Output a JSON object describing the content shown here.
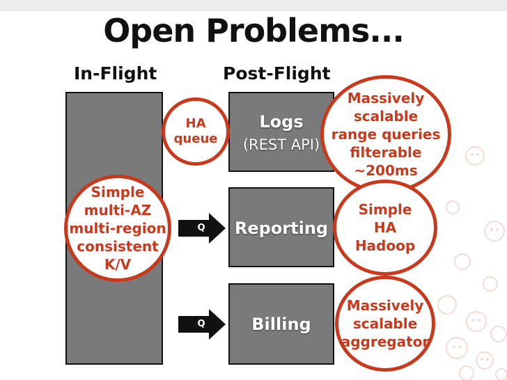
{
  "slide": {
    "title": "Open Problems...",
    "columns": {
      "in_flight": "In-Flight",
      "post_flight": "Post-Flight"
    },
    "boxes": {
      "logs": {
        "label": "Logs",
        "sublabel": "(REST API)"
      },
      "reporting": {
        "label": "Reporting"
      },
      "billing": {
        "label": "Billing"
      }
    },
    "queues": {
      "reporting_q": "Q",
      "billing_q": "Q"
    },
    "callouts": {
      "ha_queue": [
        "HA",
        "queue"
      ],
      "kv_store": [
        "Simple",
        "multi-AZ",
        "multi-region",
        "consistent",
        "K/V"
      ],
      "logs_store": [
        "Massively",
        "scalable",
        "range queries",
        "filterable",
        "~200ms"
      ],
      "reporting_store": [
        "Simple",
        "HA",
        "Hadoop"
      ],
      "billing_store": [
        "Massively",
        "scalable",
        "aggregator"
      ]
    },
    "colors": {
      "accent": "#c83a1e",
      "box_fill": "#7a7a7a",
      "text": "#111111"
    }
  }
}
